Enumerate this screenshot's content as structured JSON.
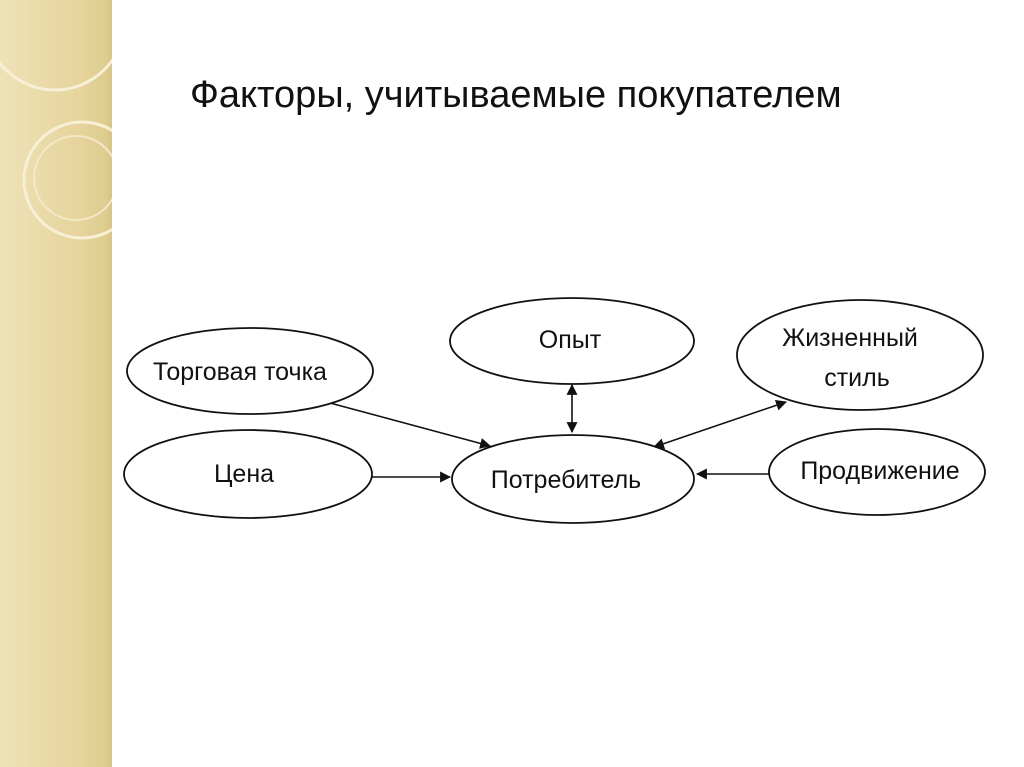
{
  "title": "Факторы, учитываемые покупателем",
  "nodes": {
    "trade_point": "Торговая точка",
    "experience": "Опыт",
    "lifestyle_line1": "Жизненный",
    "lifestyle_line2": "стиль",
    "price": "Цена",
    "consumer": "Потребитель",
    "promotion": "Продвижение"
  },
  "colors": {
    "side_band": "#e6d49c",
    "ink": "#111111"
  }
}
